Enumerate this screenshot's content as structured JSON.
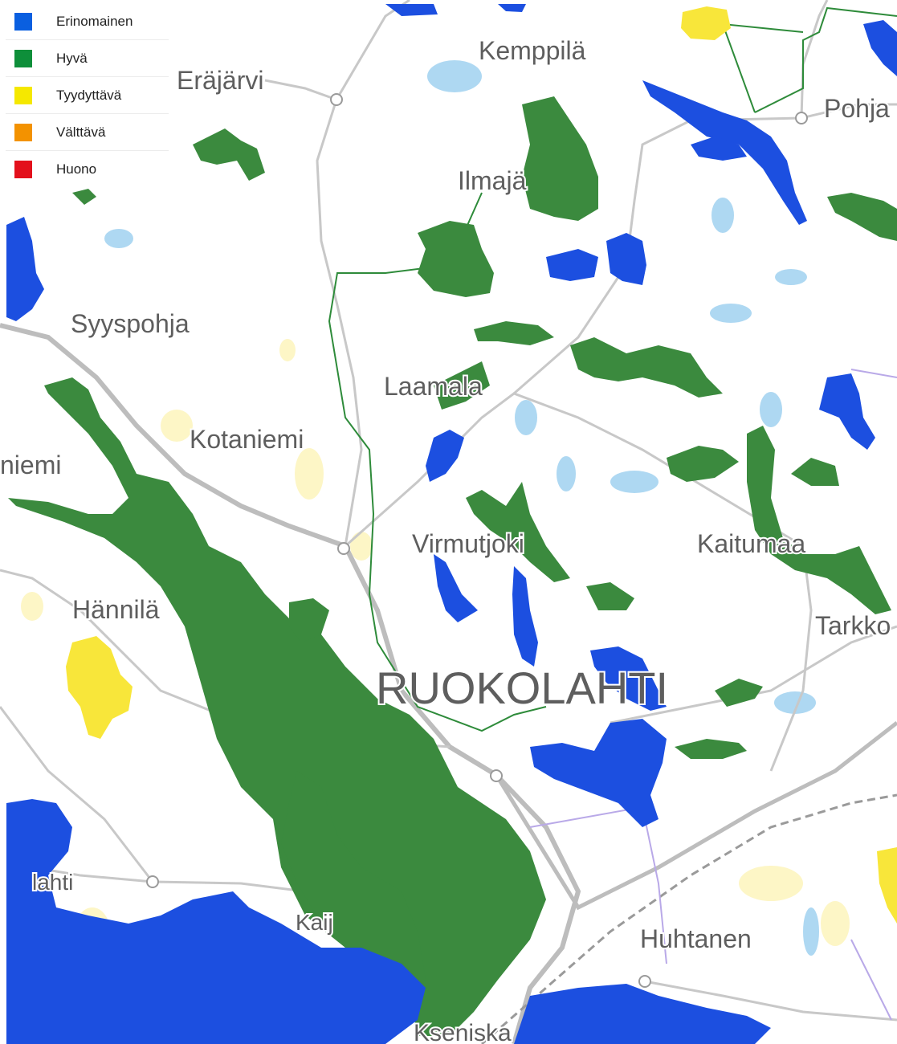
{
  "legend": {
    "items": [
      {
        "label": "Erinomainen",
        "color": "#0a5fe0"
      },
      {
        "label": "Hyvä",
        "color": "#0e8f3a"
      },
      {
        "label": "Tyydyttävä",
        "color": "#f5e800"
      },
      {
        "label": "Välttävä",
        "color": "#f39200"
      },
      {
        "label": "Huono",
        "color": "#e3101c"
      }
    ]
  },
  "colors": {
    "water_excellent": "#1c4fe0",
    "water_good": "#3b8a3e",
    "water_satisfactory": "#f8e63a",
    "lake_base": "#aed8f2",
    "field": "#fdf6c6",
    "road": "#c8c8c8",
    "border": "#2e8b3a"
  },
  "places": [
    "Kemppilä",
    "Eräjärvi",
    "Pohja",
    "Ilmajä",
    "Syyspohja",
    "Laamala",
    "Kotaniemi",
    "niemi",
    "Virmutjoki",
    "Kaitumaa",
    "Hännilä",
    "Tarkko",
    "RUOKOLAHTI",
    "lahti",
    "Kaij",
    "Huhtanen",
    "Kseniska"
  ]
}
